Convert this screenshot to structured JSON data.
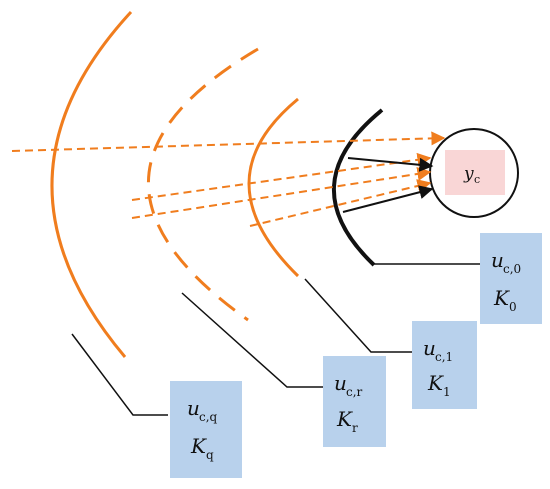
{
  "colors": {
    "orange": "#f07d1e",
    "black": "#111111",
    "box_fill": "#b8d1ec",
    "target_fill": "#f9d6d6"
  },
  "target": {
    "symbol": "y",
    "sub": "c"
  },
  "labels": [
    {
      "id": "q",
      "u_sym": "u",
      "u_sub": "c,q",
      "k_sym": "K",
      "k_sub": "q"
    },
    {
      "id": "r",
      "u_sym": "u",
      "u_sub": "c,r",
      "k_sym": "K",
      "k_sub": "r"
    },
    {
      "id": "1",
      "u_sym": "u",
      "u_sub": "c,1",
      "k_sym": "K",
      "k_sub": "1"
    },
    {
      "id": "0",
      "u_sym": "u",
      "u_sub": "c,0",
      "k_sym": "K",
      "k_sub": "0"
    }
  ]
}
